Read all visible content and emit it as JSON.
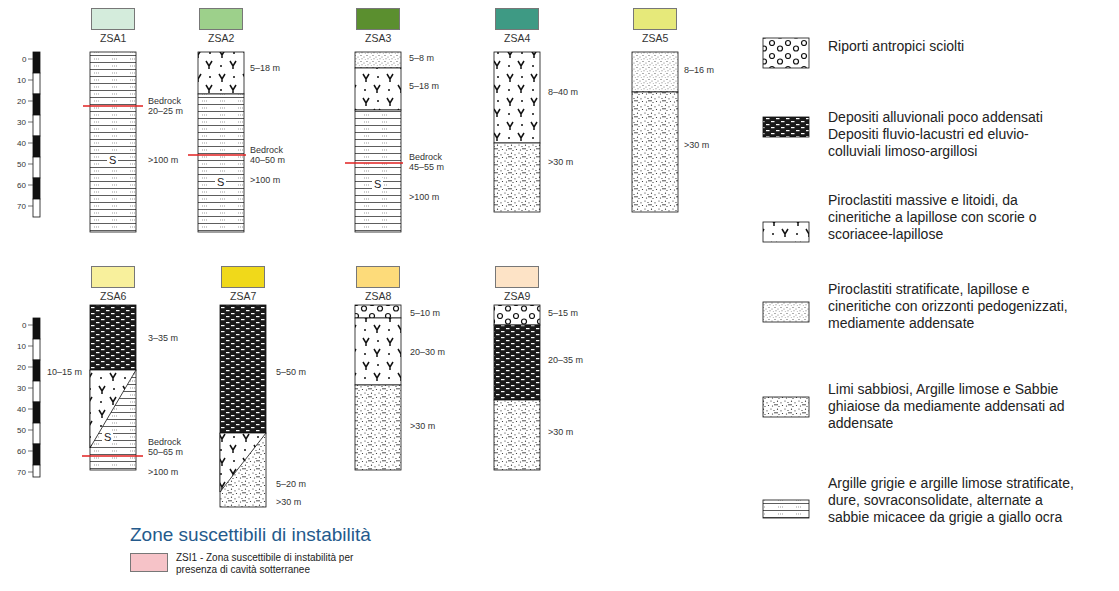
{
  "diagram": {
    "title": "Zone suscettibili di instabilità",
    "labels": [
      "0",
      "10",
      "20",
      "30",
      "40",
      "50",
      "60",
      "70",
      "0",
      "10",
      "20",
      "30",
      "40",
      "50",
      "60",
      "70",
      "Bedrock 20–25 m",
      ">100 m",
      "S",
      "5–18 m",
      "Bedrock 40–50 m",
      ">100 m",
      "S",
      "5–8 m",
      "5–18 m",
      "Bedrock 45–55 m",
      ">100 m",
      "S",
      "8–40 m",
      ">30 m",
      "8–16 m",
      ">30 m",
      "3–35 m",
      "10–15 m",
      "Bedrock 50–65 m",
      ">100 m",
      "S",
      "5–50 m",
      "5–20 m",
      ">30 m",
      "5–10 m",
      "20–30 m",
      ">30 m",
      "5–15 m",
      "20–35 m",
      ">30 m"
    ],
    "legend": [
      {
        "text": "ZSA1",
        "color": "#d4ecdc"
      },
      {
        "text": "ZSA2",
        "color": "#9dd08b"
      },
      {
        "text": "ZSA3",
        "color": "#5b8f2f"
      },
      {
        "text": "ZSA4",
        "color": "#3e9a84"
      },
      {
        "text": "ZSA5",
        "color": "#e6e97a"
      },
      {
        "text": "ZSA6",
        "color": "#f8f09c"
      },
      {
        "text": "ZSA7",
        "color": "#f0d91a"
      },
      {
        "text": "ZSA8",
        "color": "#fddb7a"
      },
      {
        "text": "ZSA9",
        "color": "#fde3c6"
      },
      {
        "text": "Riporti antropici sciolti"
      },
      {
        "text": "Depositi alluvionali poco addensati Depositi fluvio-lacustri ed eluvio-colluviali limoso-argillosi"
      },
      {
        "text": "Piroclastiti massive e litoidi, da cineritiche a lapillose con scorie o scoriacee-lapillose"
      },
      {
        "text": "Piroclastiti stratificate, lapillose e cineritiche con orizzonti pedogenizzati, mediamente addensate"
      },
      {
        "text": "Limi sabbiosi, Argille limose e Sabbie ghiaiose da mediamente addensati ad addensate"
      },
      {
        "text": "Argille grigie e argille limose stratificate, dure, sovraconsolidate, alternate a sabbie micacee da grigie a giallo ocra"
      },
      {
        "text": "ZSI1 - Zona suscettibile di instabilità per presenza di cavità sotterranee",
        "color": "#f6c3c8"
      }
    ]
  }
}
